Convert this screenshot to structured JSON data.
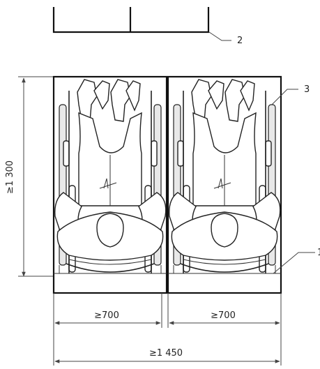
{
  "figure": {
    "callouts": {
      "c2": "2",
      "c3": "3",
      "c1": "1"
    },
    "dimensions": {
      "height": "≥1 300",
      "width_left": "≥700",
      "width_right": "≥700",
      "width_total": "≥1 450"
    }
  }
}
